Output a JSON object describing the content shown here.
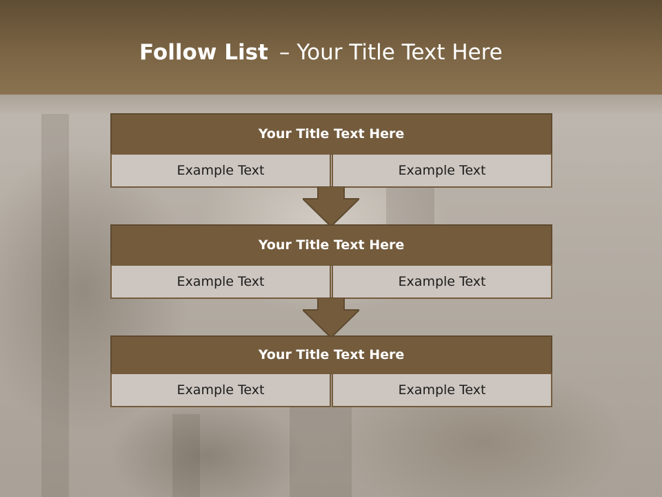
{
  "slide": {
    "title_bold": "Follow List",
    "title_dash": "–",
    "title_rest": "Your Title Text Here"
  },
  "flow": {
    "steps": [
      {
        "heading": "Your Title Text Here",
        "left": "Example Text",
        "right": "Example Text"
      },
      {
        "heading": "Your Title Text Here",
        "left": "Example Text",
        "right": "Example Text"
      },
      {
        "heading": "Your Title Text Here",
        "left": "Example Text",
        "right": "Example Text"
      }
    ]
  },
  "colors": {
    "header_band": "#7b6444",
    "box_heading": "#735b3c",
    "box_cell": "#cdc6c0",
    "arrow": "#735b3c"
  },
  "icons": [
    "down-arrow-icon"
  ]
}
